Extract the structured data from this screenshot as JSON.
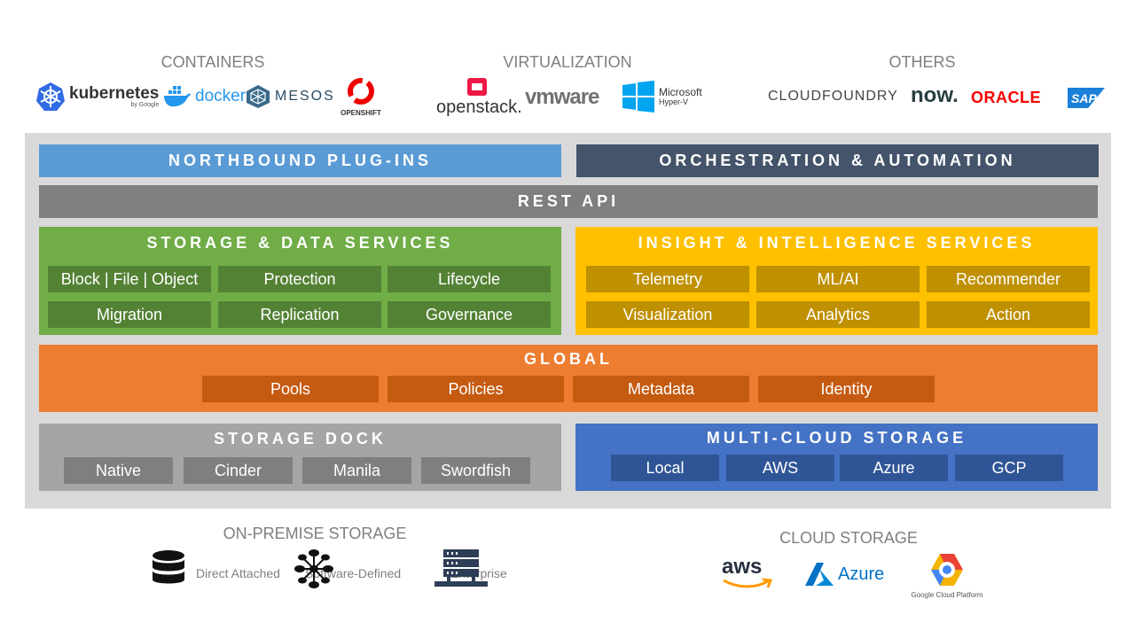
{
  "top": {
    "containers": {
      "title": "CONTAINERS",
      "kubernetes": "kubernetes",
      "kubernetes_sub": "by Google",
      "docker": "docker",
      "mesos": "MESOS",
      "openshift": "OPENSHIFT"
    },
    "virtualization": {
      "title": "VIRTUALIZATION",
      "openstack": "openstack.",
      "vmware": "vmware",
      "microsoft": "Microsoft",
      "hyperv": "Hyper-V"
    },
    "others": {
      "title": "OTHERS",
      "cloudfoundry": "CLOUDFOUNDRY",
      "now": "now.",
      "oracle": "ORACLE",
      "sap": "SAP"
    }
  },
  "arch": {
    "northbound": "NORTHBOUND PLUG-INS",
    "orchestration": "ORCHESTRATION & AUTOMATION",
    "rest_api": "REST API",
    "storage_data": {
      "title": "STORAGE & DATA SERVICES",
      "cells": [
        "Block | File | Object",
        "Protection",
        "Lifecycle",
        "Migration",
        "Replication",
        "Governance"
      ]
    },
    "insight": {
      "title": "INSIGHT & INTELLIGENCE SERVICES",
      "cells": [
        "Telemetry",
        "ML/AI",
        "Recommender",
        "Visualization",
        "Analytics",
        "Action"
      ]
    },
    "global": {
      "title": "GLOBAL",
      "cells": [
        "Pools",
        "Policies",
        "Metadata",
        "Identity"
      ]
    },
    "storage_dock": {
      "title": "STORAGE DOCK",
      "cells": [
        "Native",
        "Cinder",
        "Manila",
        "Swordfish"
      ]
    },
    "multicloud": {
      "title": "MULTI-CLOUD STORAGE",
      "cells": [
        "Local",
        "AWS",
        "Azure",
        "GCP"
      ]
    }
  },
  "bottom": {
    "onprem": {
      "title": "ON-PREMISE STORAGE",
      "direct": "Direct Attached",
      "software": "Software-Defined",
      "enterprise": "Enterprise"
    },
    "cloud": {
      "title": "CLOUD STORAGE",
      "aws": "aws",
      "azure": "Azure",
      "gcp": "Google Cloud Platform"
    }
  },
  "colors": {
    "northbound": "#5b9bd5",
    "orchestration": "#44546a",
    "rest": "#7f7f7f",
    "green": "#70ad47",
    "green_cell": "#548235",
    "gold": "#ffc000",
    "gold_cell": "#bf9000",
    "orange": "#ed7d31",
    "orange_cell": "#c55a11",
    "gray_panel": "#a5a5a5",
    "gray_cell": "#7f7f7f",
    "blue": "#4472c4",
    "blue_cell": "#2f5597"
  }
}
